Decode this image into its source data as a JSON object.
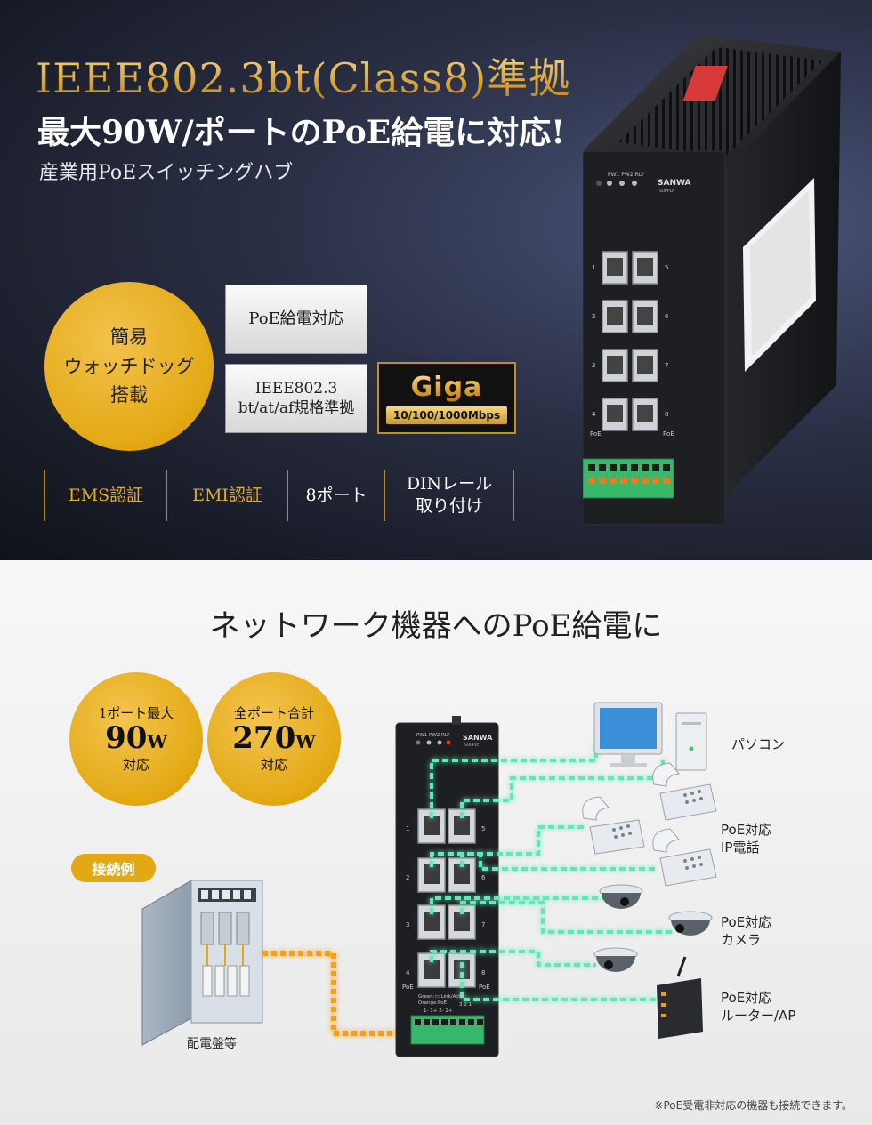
{
  "hero": {
    "headline1": "IEEE802.3bt(Class8)準拠",
    "headline2": "最大90W/ポートのPoE給電に対応!",
    "subhead": "産業用PoEスイッチングハブ"
  },
  "watchdog_badge": {
    "line1": "簡易",
    "line2": "ウォッチドッグ",
    "line3": "搭載"
  },
  "spec_boxes": {
    "poe": "PoE給電対応",
    "ieee_line1": "IEEE802.3",
    "ieee_line2": "bt/at/af規格準拠",
    "giga_word": "Giga",
    "giga_speed": "10/100/1000Mbps"
  },
  "features": [
    {
      "label": "EMS認証"
    },
    {
      "label": "EMI認証"
    },
    {
      "label": "8ポート"
    },
    {
      "label_line1": "DINレール",
      "label_line2": "取り付け"
    }
  ],
  "device": {
    "brand": "SANWA",
    "brand_sub": "SUPPLY",
    "led_labels": "PW1 PW2 RLY",
    "port_numbers": [
      "1",
      "2",
      "3",
      "4",
      "5",
      "6",
      "7",
      "8"
    ],
    "poe_left": "PoE",
    "poe_right": "PoE",
    "legend_line1": "Green:▭ Link/Act",
    "legend_line2": "Orange:PoE",
    "terminal_labels": "1- 1+ 2- 2+",
    "terminal_nums": "3  2  1"
  },
  "connection": {
    "title": "ネットワーク機器へのPoE給電に",
    "per_port": {
      "top": "1ポート最大",
      "value": "90",
      "unit": "W",
      "bottom": "対応"
    },
    "total": {
      "top": "全ポート合計",
      "value": "270",
      "unit": "W",
      "bottom": "対応"
    },
    "example_label": "接続例",
    "panel_label": "配電盤等",
    "pc_label": "パソコン",
    "phone_label_line1": "PoE対応",
    "phone_label_line2": "IP電話",
    "camera_label_line1": "PoE対応",
    "camera_label_line2": "カメラ",
    "router_label_line1": "PoE対応",
    "router_label_line2": "ルーター/AP",
    "footnote": "※PoE受電非対応の機器も接続できます。"
  },
  "colors": {
    "gold": "#e3a914",
    "glow_green": "#5ee8b8",
    "glow_orange": "#f3a01a",
    "device_dark": "#1e1f22"
  }
}
